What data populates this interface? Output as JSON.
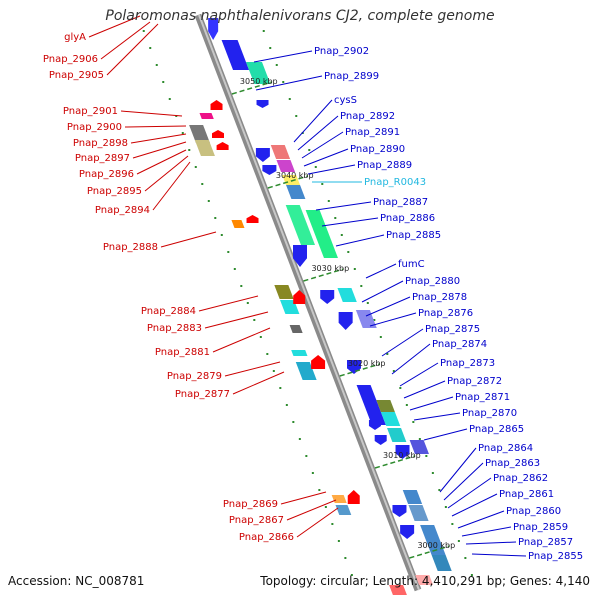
{
  "title": "Polaromonas naphthalenivorans CJ2, complete genome",
  "footer": {
    "accession_label": "Accession:",
    "accession": "NC_008781",
    "topology_label": "Topology:",
    "topology": "circular",
    "length_label": "Length:",
    "length": "4,410,291 bp",
    "genes_label": "Genes:",
    "genes": "4,140"
  },
  "colors": {
    "backbone": "#8a8a8a",
    "forward_label": "#0000cc",
    "reverse_label": "#cc0000",
    "rna_label": "#22b8e0",
    "tick": "#2e8b2e"
  },
  "ticks": [
    "3050 kbp",
    "3040 kbp",
    "3030 kbp",
    "3020 kbp",
    "3010 kbp",
    "3000 kbp"
  ],
  "left_labels": [
    "glyA",
    "Pnap_2906",
    "Pnap_2905",
    "Pnap_2901",
    "Pnap_2900",
    "Pnap_2898",
    "Pnap_2897",
    "Pnap_2896",
    "Pnap_2895",
    "Pnap_2894",
    "Pnap_2888",
    "Pnap_2884",
    "Pnap_2883",
    "Pnap_2881",
    "Pnap_2879",
    "Pnap_2877",
    "Pnap_2869",
    "Pnap_2867",
    "Pnap_2866"
  ],
  "right_labels": [
    "Pnap_2902",
    "Pnap_2899",
    "cysS",
    "Pnap_2892",
    "Pnap_2891",
    "Pnap_2890",
    "Pnap_2889",
    "Pnap_R0043",
    "Pnap_2887",
    "Pnap_2886",
    "Pnap_2885",
    "fumC",
    "Pnap_2880",
    "Pnap_2878",
    "Pnap_2876",
    "Pnap_2875",
    "Pnap_2874",
    "Pnap_2873",
    "Pnap_2872",
    "Pnap_2871",
    "Pnap_2870",
    "Pnap_2865",
    "Pnap_2864",
    "Pnap_2863",
    "Pnap_2862",
    "Pnap_2861",
    "Pnap_2860",
    "Pnap_2859",
    "Pnap_2857",
    "Pnap_2855"
  ]
}
